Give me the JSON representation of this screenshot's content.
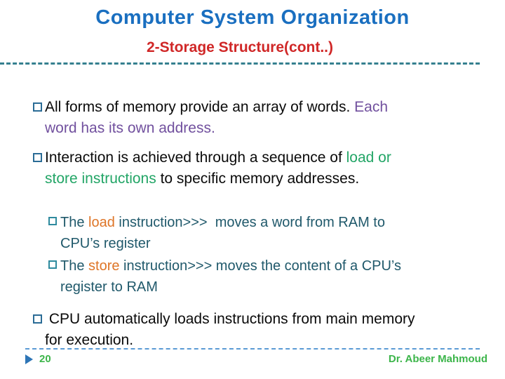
{
  "slide": {
    "title": "Computer System Organization",
    "subtitle": "2-Storage Structure(cont..)",
    "page_number": "20",
    "footer_author": "Dr. Abeer Mahmoud"
  },
  "colors": {
    "title_blue": "#1A6FC0",
    "subtitle_red": "#D02727",
    "top_rule_teal": "#35808F",
    "bottom_rule_blue": "#5B9BD5",
    "body_black": "#0A0A0A",
    "accent_purple": "#71509E",
    "accent_green": "#22A566",
    "sub_bullet_teal": "#20596B",
    "accent_orange": "#DE7527",
    "bullet_border_blue": "#2B6C96",
    "sub_bullet_border_teal": "#2E8A9E",
    "footer_green": "#3CB54A",
    "arrow_blue": "#2E75B6"
  },
  "icons": {
    "bullet_marker": "hollow-square",
    "slide_arrow": "right-pointing-triangle"
  },
  "content": {
    "bullet1": {
      "l1_black": "All forms of memory provide an array of words. ",
      "l1_purple": "Each",
      "l2_purple": "word has its own address."
    },
    "bullet2": {
      "l1_black": "Interaction is achieved through a sequence of ",
      "l1_green": "load or",
      "l2_green": "store instructions",
      "l2_black": " to specific memory addresses."
    },
    "sub1": {
      "l1_teal_a": "The ",
      "l1_orange": "load",
      "l1_teal_b": " instruction>>>  moves a word from RAM to",
      "l2_teal": "CPU’s register"
    },
    "sub2": {
      "l1_teal_a": "The ",
      "l1_orange": "store",
      "l1_teal_b": " instruction>>> moves the content of a CPU’s",
      "l2_teal": "register to RAM"
    },
    "bullet5": {
      "l1_black": " CPU automatically loads instructions from main memory",
      "l2_black": "for execution."
    }
  }
}
